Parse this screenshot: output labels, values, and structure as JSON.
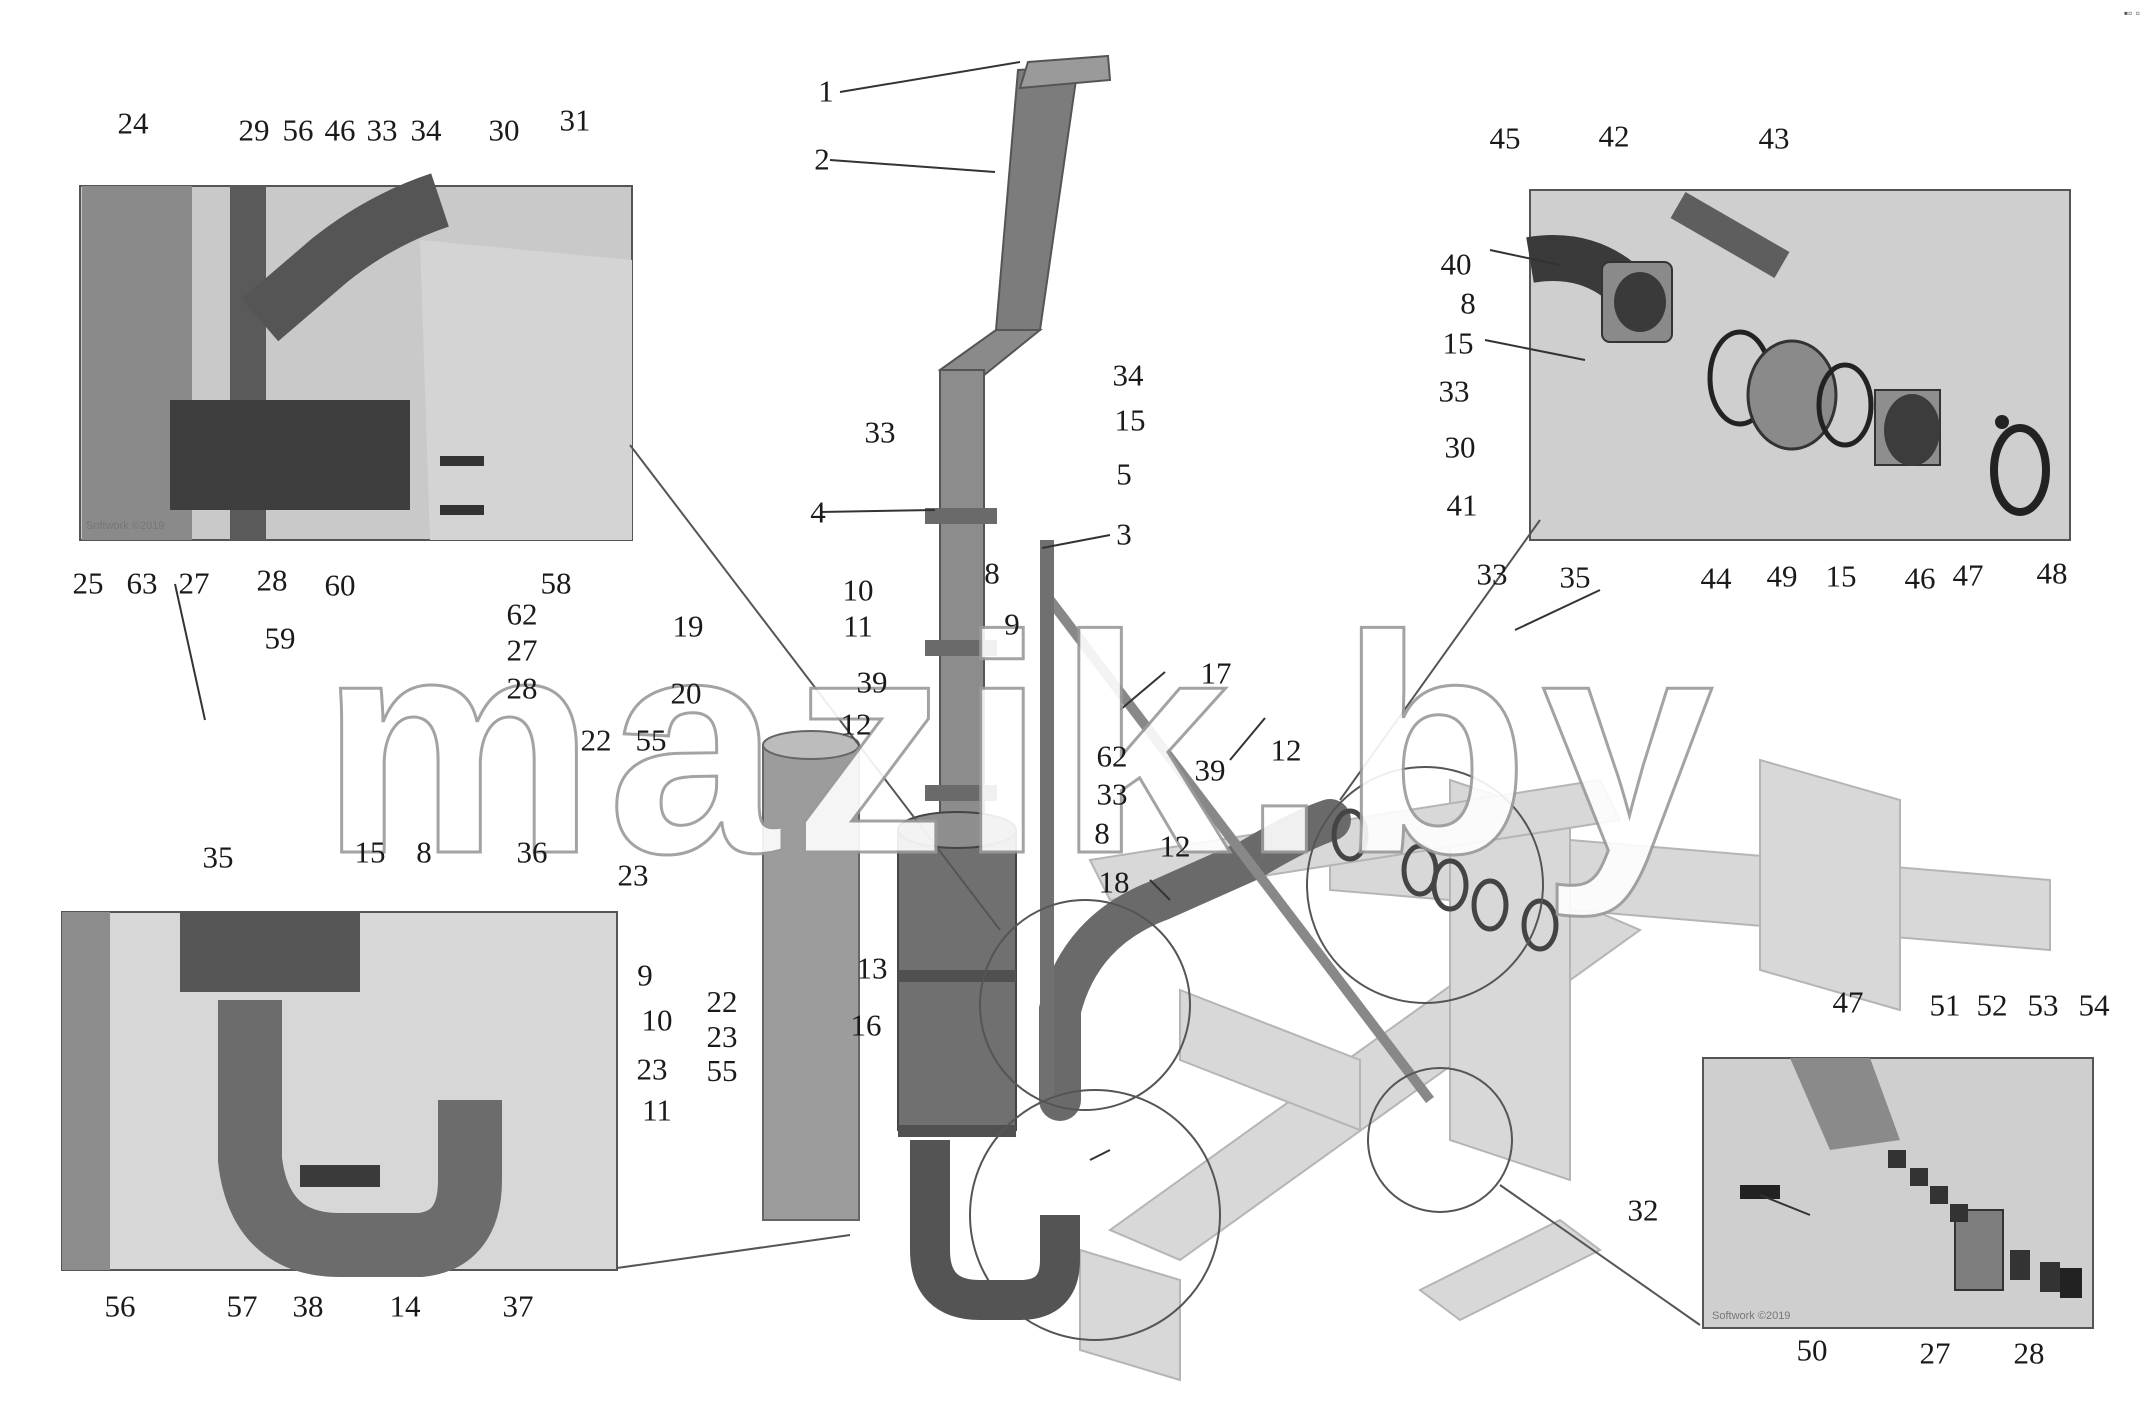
{
  "watermark": "mazik.by",
  "corner_mark": "▪▫ ▫",
  "inset_stamp": "Softwork ©2019",
  "inset_stamp_b": "Softwork ©2019",
  "callouts": [
    "1",
    "2",
    "3",
    "4",
    "5",
    "8",
    "9",
    "10",
    "11",
    "12",
    "13",
    "16",
    "17",
    "18",
    "19",
    "20",
    "22",
    "23",
    "33",
    "34",
    "15",
    "39",
    "55",
    "24",
    "29",
    "56",
    "46",
    "33",
    "34",
    "30",
    "31",
    "25",
    "63",
    "27",
    "28",
    "60",
    "58",
    "59",
    "62",
    "27",
    "28",
    "45",
    "42",
    "43",
    "40",
    "8",
    "15",
    "33",
    "30",
    "41",
    "33",
    "35",
    "44",
    "49",
    "15",
    "46",
    "47",
    "48",
    "35",
    "15",
    "8",
    "36",
    "9",
    "10",
    "23",
    "11",
    "56",
    "57",
    "38",
    "14",
    "37",
    "47",
    "51",
    "52",
    "53",
    "54",
    "32",
    "50",
    "27",
    "28",
    "62",
    "33",
    "8",
    "12",
    "39",
    "12"
  ],
  "stack_22_23_55": [
    "22",
    "23",
    "55"
  ]
}
